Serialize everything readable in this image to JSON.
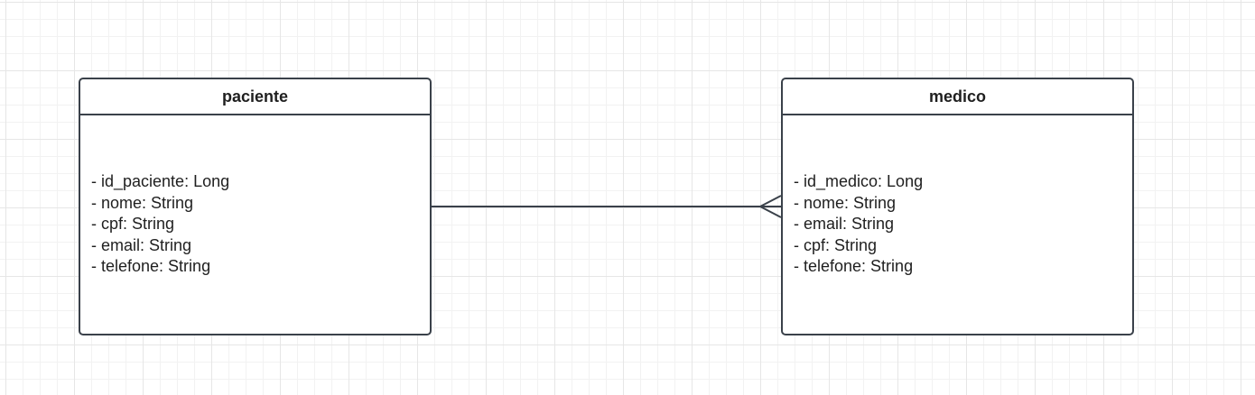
{
  "diagram": {
    "entities": [
      {
        "name": "paciente",
        "attributes": [
          "- id_paciente: Long",
          "- nome: String",
          "- cpf: String",
          "- email: String",
          "- telefone: String"
        ]
      },
      {
        "name": "medico",
        "attributes": [
          "- id_medico: Long",
          "- nome: String",
          "- email: String",
          "- cpf: String",
          "- telefone: String"
        ]
      }
    ],
    "relationship": {
      "from": "paciente",
      "to": "medico",
      "from_end": "one",
      "to_end": "many"
    },
    "colors": {
      "stroke": "#3a414a",
      "text": "#1f1f1f",
      "grid": "#e6e6e6",
      "background": "#ffffff"
    }
  }
}
